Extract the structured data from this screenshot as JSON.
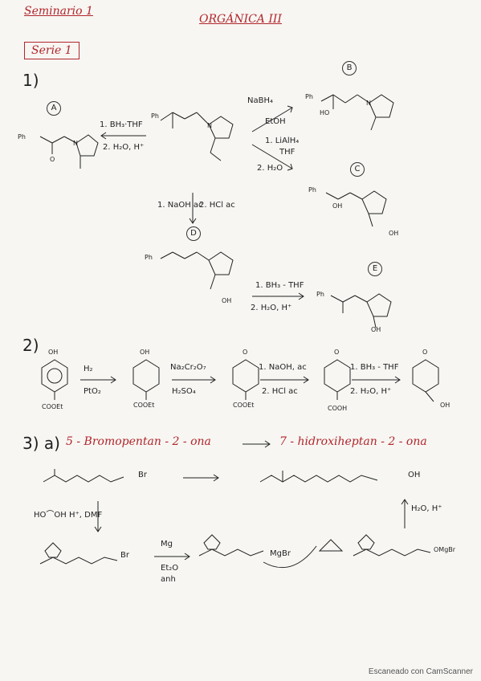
{
  "header": {
    "title_left": "Seminario 1",
    "title_right": "ORGÁNICA III",
    "series": "Serie 1"
  },
  "problem1": {
    "number": "1)",
    "labels": {
      "A": "A",
      "B": "B",
      "C": "C",
      "D": "D",
      "E": "E"
    },
    "reagents": {
      "to_A_1": "1. BH₃·THF",
      "to_A_2": "2. H₂O, H⁺",
      "to_B_1": "NaBH₄",
      "to_B_2": "EtOH",
      "to_C_1": "1. LiAlH₄",
      "to_C_2": "THF",
      "to_C_3": "2. H₂O",
      "to_D_1": "1. NaOH ac",
      "to_D_2": "2. HCl ac",
      "to_E_1": "1. BH₃ - THF",
      "to_E_2": "2. H₂O, H⁺"
    },
    "atoms": {
      "Ph": "Ph",
      "O": "O",
      "N": "N",
      "HO": "HO",
      "OH": "OH"
    }
  },
  "problem2": {
    "number": "2)",
    "reagents": {
      "step1_1": "H₂",
      "step1_2": "PtO₂",
      "step2_1": "Na₂Cr₂O₇",
      "step2_2": "H₂SO₄",
      "step3_1": "1. NaOH, ac",
      "step3_2": "2. HCl ac",
      "step4_1": "1. BH₃ - THF",
      "step4_2": "2. H₂O, H⁺"
    },
    "groups": {
      "OH": "OH",
      "O": "O",
      "COOEt": "COOEt",
      "COOH": "COOH"
    }
  },
  "problem3": {
    "number": "3) a)",
    "start": "5 - Bromopentan - 2 - ona",
    "target": "7 - hidroxiheptan - 2 - ona",
    "reagents": {
      "protect": "HO⌒OH  H⁺, DMF",
      "grignard_1": "Mg",
      "grignard_2": "Et₂O",
      "grignard_3": "anh",
      "deprotect": "H₂O, H⁺"
    },
    "groups": {
      "Br": "Br",
      "OH": "OH",
      "MgBr": "MgBr",
      "OMgBr": "OMgBr"
    }
  },
  "footer": {
    "scanner": "Escaneado con CamScanner"
  }
}
